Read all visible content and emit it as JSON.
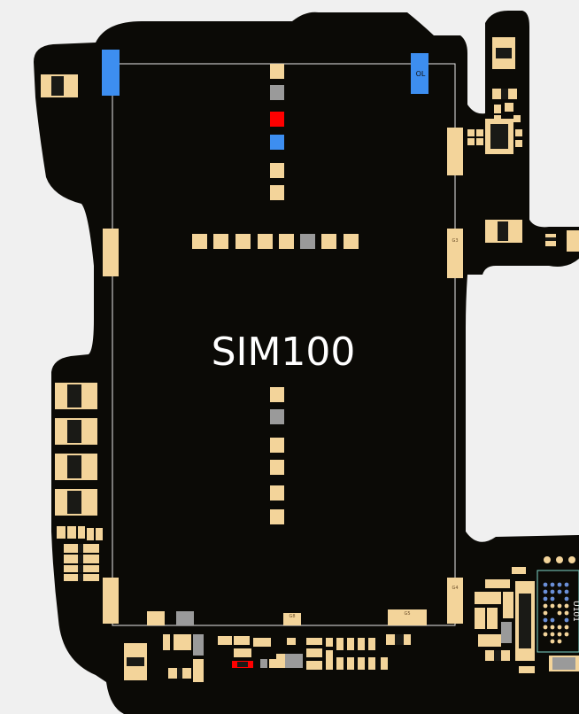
{
  "component": {
    "designator": "SIM100",
    "blue_pad_label": "OL"
  },
  "pad_labels": {
    "g3": "G3",
    "g4": "G4",
    "g5": "G5",
    "g8": "G8",
    "u101": "U101"
  },
  "colors": {
    "board": "#0b0a06",
    "background": "#f0f0f0",
    "pad": "#f3d49a",
    "pad_gray": "#9a9a9a",
    "pad_red": "#ff0000",
    "pad_blue": "#3d8ef0",
    "outline": "#e8e8e8",
    "designator_text": "#ffffff"
  }
}
